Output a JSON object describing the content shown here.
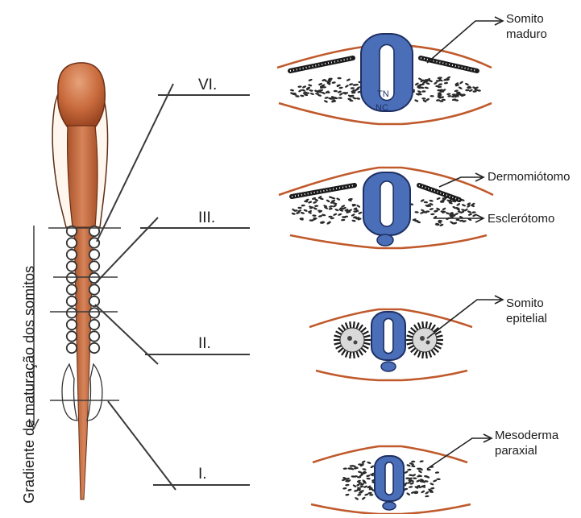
{
  "figure": {
    "gradient_label": "Gradiente de maturação dos somitos",
    "stages": [
      "VI.",
      "III.",
      "II.",
      "I."
    ],
    "callouts": {
      "somito_maduro_1": "Somito",
      "somito_maduro_2": "maduro",
      "dermomiotomo": "Dermomiótomo",
      "esclerotomo": "Esclerótomo",
      "somito_epitelial_1": "Somito",
      "somito_epitelial_2": "epitelial",
      "mesoderma_1": "Mesoderma",
      "mesoderma_2": "paraxial"
    },
    "structure_labels": {
      "tn": "TN",
      "nc": "NC"
    },
    "colors": {
      "tube": "#4a6fb8",
      "tube_dark": "#1e2f63",
      "embryo": "#c86a3c",
      "embryo_dark": "#8a3c1c",
      "ectoderm": "#c05a2c",
      "line": "#3a3a3a"
    }
  }
}
